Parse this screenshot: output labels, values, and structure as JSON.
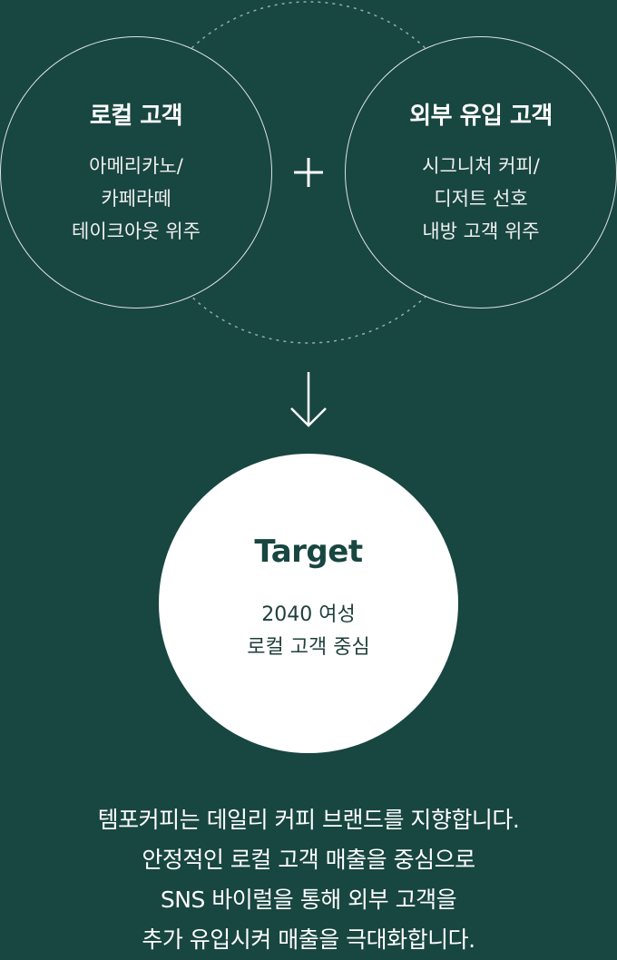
{
  "local_customer": {
    "title": "로컬 고객",
    "lines": [
      "아메리카노/",
      "카페라떼",
      "테이크아웃 위주"
    ]
  },
  "external_customer": {
    "title": "외부 유입 고객",
    "lines": [
      "시그니처 커피/",
      "디저트 선호",
      "내방 고객 위주"
    ]
  },
  "target": {
    "title": "Target",
    "lines": [
      "2040 여성",
      "로컬 고객 중심"
    ]
  },
  "summary": {
    "lines": [
      "템포커피는 데일리 커피 브랜드를 지향합니다.",
      "안정적인 로컬 고객 매출을 중심으로",
      "SNS 바이럴을 통해 외부 고객을",
      "추가 유입시켜 매출을 극대화합니다."
    ]
  },
  "icons": {
    "plus": "plus-icon",
    "arrow": "arrow-down-icon"
  },
  "colors": {
    "background": "#184641",
    "target_fill": "#ffffff",
    "target_text": "#184641"
  }
}
